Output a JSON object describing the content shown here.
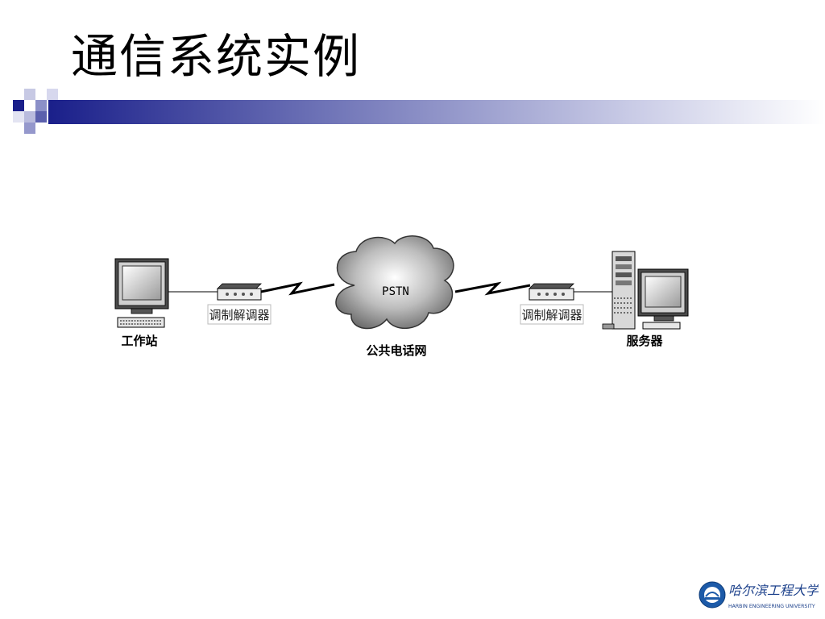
{
  "slide": {
    "title": "通信系统实例"
  },
  "diagram": {
    "workstation_label": "工作站",
    "modem_left_label": "调制解调器",
    "cloud_text": "PSTN",
    "cloud_caption": "公共电话网",
    "modem_right_label": "调制解调器",
    "server_label": "服务器"
  },
  "colors": {
    "bar_dark": "#1a1f8a",
    "bar_light": "#8b90c8",
    "accent_square": "#2a2f92"
  },
  "logo": {
    "name_cn": "哈尔滨工程大学",
    "name_en": "HARBIN ENGINEERING UNIVERSITY"
  }
}
